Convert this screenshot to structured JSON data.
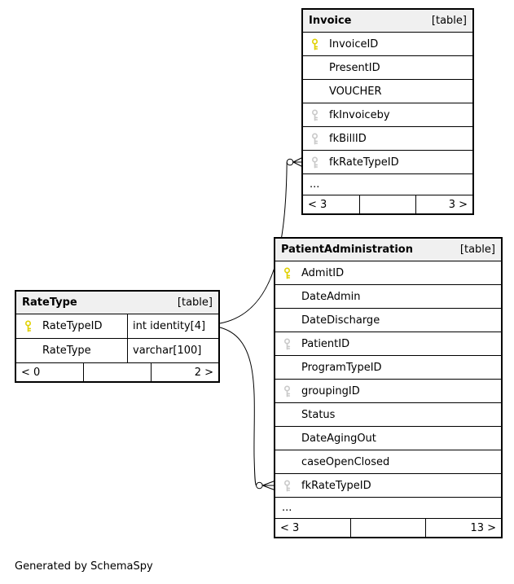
{
  "generator_note": "Generated by SchemaSpy",
  "colors": {
    "background": "#ffffff",
    "border": "#000000",
    "header_bg": "#f0f0f0",
    "primary_key": "#e0d000",
    "foreign_key": "#c9c9c9"
  },
  "tables": {
    "invoice": {
      "name": "Invoice",
      "type_label": "[table]",
      "columns": [
        {
          "name": "InvoiceID",
          "key": "primary"
        },
        {
          "name": "PresentID",
          "key": "none"
        },
        {
          "name": "VOUCHER",
          "key": "none"
        },
        {
          "name": "fkInvoiceby",
          "key": "foreign"
        },
        {
          "name": "fkBillID",
          "key": "foreign"
        },
        {
          "name": "fkRateTypeID",
          "key": "foreign"
        }
      ],
      "ellipsis": "...",
      "footer_left": "< 3",
      "footer_right": "3 >"
    },
    "patient_administration": {
      "name": "PatientAdministration",
      "type_label": "[table]",
      "columns": [
        {
          "name": "AdmitID",
          "key": "primary"
        },
        {
          "name": "DateAdmin",
          "key": "none"
        },
        {
          "name": "DateDischarge",
          "key": "none"
        },
        {
          "name": "PatientID",
          "key": "foreign"
        },
        {
          "name": "ProgramTypeID",
          "key": "none"
        },
        {
          "name": "groupingID",
          "key": "foreign"
        },
        {
          "name": "Status",
          "key": "none"
        },
        {
          "name": "DateAgingOut",
          "key": "none"
        },
        {
          "name": "caseOpenClosed",
          "key": "none"
        },
        {
          "name": "fkRateTypeID",
          "key": "foreign"
        }
      ],
      "ellipsis": "...",
      "footer_left": "< 3",
      "footer_right": "13 >"
    },
    "rate_type": {
      "name": "RateType",
      "type_label": "[table]",
      "columns": [
        {
          "name": "RateTypeID",
          "key": "primary",
          "type": "int identity[4]"
        },
        {
          "name": "RateType",
          "key": "none",
          "type": "varchar[100]"
        }
      ],
      "footer_left": "< 0",
      "footer_right": "2 >"
    }
  },
  "relations": [
    {
      "from": "RateType.RateTypeID",
      "to": "Invoice.fkRateTypeID"
    },
    {
      "from": "RateType.RateTypeID",
      "to": "PatientAdministration.fkRateTypeID"
    }
  ]
}
